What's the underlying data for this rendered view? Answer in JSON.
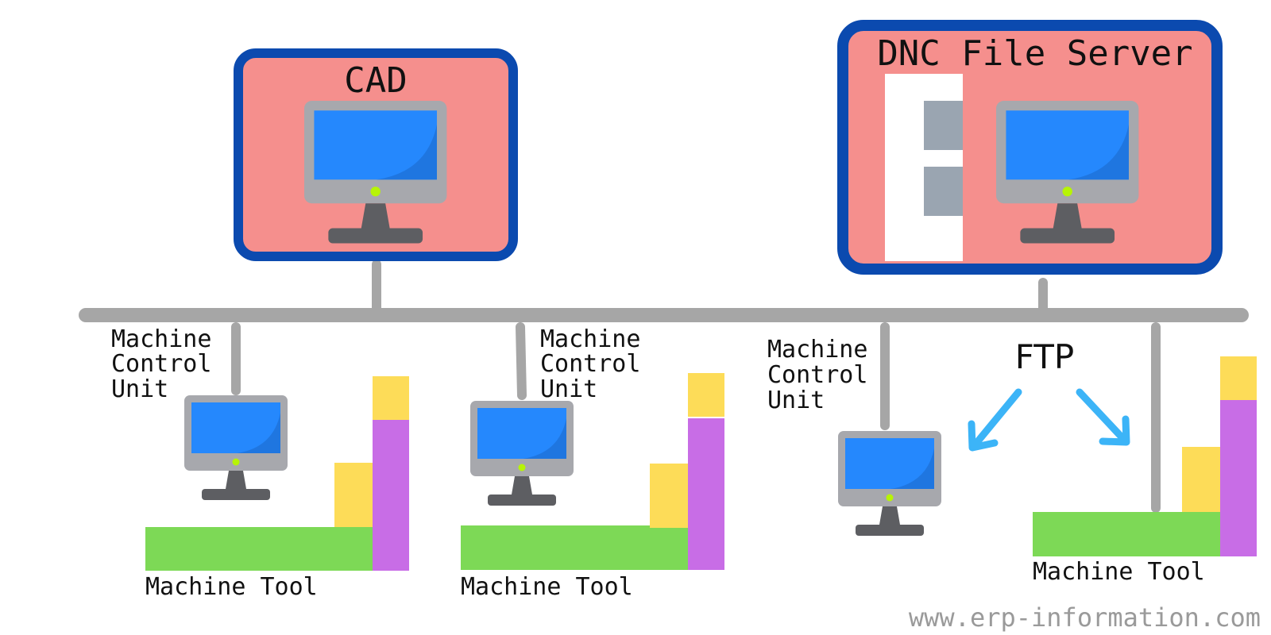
{
  "cad": {
    "title": "CAD"
  },
  "dnc": {
    "title": "DNC File Server"
  },
  "protocol": {
    "label": "FTP"
  },
  "mcu": {
    "line1": "Machine",
    "line2": "Control",
    "line3": "Unit"
  },
  "machine_tool": {
    "label": "Machine Tool"
  },
  "watermark": "www.erp-information.com",
  "colors": {
    "box_border": "#0b4aaf",
    "box_fill": "#f58f8d",
    "network_line": "#a6a6a6",
    "monitor_frame": "#a7a8ad",
    "screen": "#2588fd",
    "screen_shade": "#1f76e0",
    "stand": "#5d5e62",
    "led": "#b7f406",
    "arrow": "#3cb4f7",
    "tool_base": "#7dd956",
    "tool_column": "#c86de6",
    "tool_head": "#fddc58",
    "server_rack": "#9aa5b1"
  }
}
